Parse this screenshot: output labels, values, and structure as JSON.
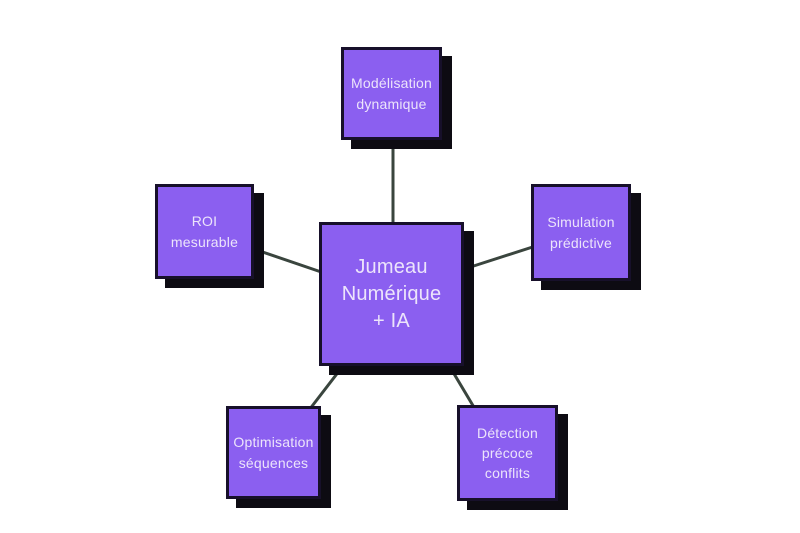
{
  "diagram": {
    "center_node": {
      "id": "jumeau-numerique-ia",
      "label": "Jumeau\nNumérique\n+ IA"
    },
    "nodes": [
      {
        "id": "modelisation-dynamique",
        "label": "Modélisation\ndynamique",
        "position": "top"
      },
      {
        "id": "simulation-predictive",
        "label": "Simulation\nprédictive",
        "position": "top-right"
      },
      {
        "id": "roi-mesurable",
        "label": "ROI\nmesurable",
        "position": "left"
      },
      {
        "id": "optimisation-sequences",
        "label": "Optimisation\nséquences",
        "position": "bottom-left"
      },
      {
        "id": "detection-precoce-conflits",
        "label": "Détection\nprécoce\nconflits",
        "position": "bottom-right"
      }
    ],
    "colors": {
      "background": "#ffffff",
      "node_fill": "#8b5ff0",
      "node_border": "#17102a",
      "node_shadow": "#0d0b12",
      "node_text": "#ece4fb",
      "connector": "#3a453e"
    }
  }
}
